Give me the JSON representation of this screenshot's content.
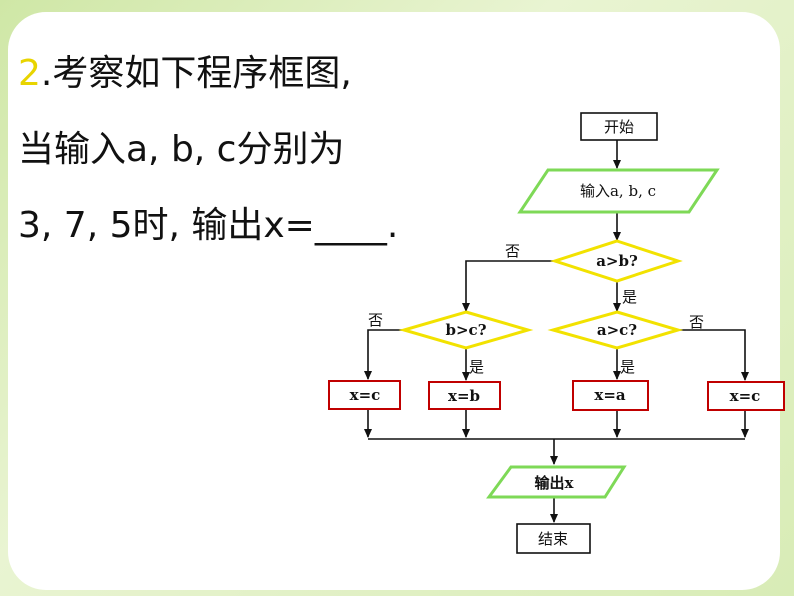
{
  "question": {
    "number": "2",
    "line1_rest": ".考察如下程序框图,",
    "line2": "当输入a, b, c分别为",
    "line3": "3, 7, 5时, 输出x=____."
  },
  "flowchart": {
    "start": "开始",
    "input": "输入a, b, c",
    "cond_ab": "a>b?",
    "cond_bc": "b>c?",
    "cond_ac": "a>c?",
    "no": "否",
    "yes": "是",
    "assign_xc_left": "x=c",
    "assign_xb": "x=b",
    "assign_xa": "x=a",
    "assign_xc_right": "x=c",
    "output": "输出x",
    "end": "结束"
  },
  "colors": {
    "parallelogram_border": "#7ed957",
    "diamond_border": "#f2e200",
    "process_border": "#c00000",
    "question_number": "#e8d400"
  }
}
